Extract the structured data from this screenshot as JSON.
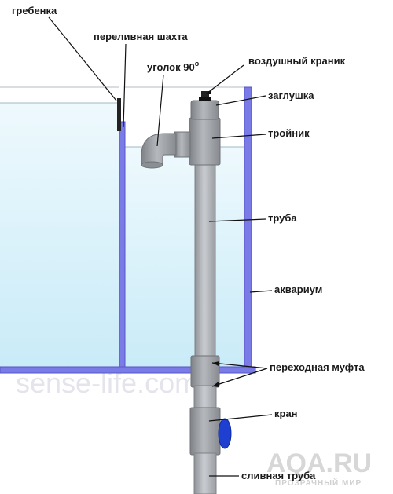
{
  "labels": {
    "comb": "гребенка",
    "overflow_shaft": "переливная шахта",
    "elbow": "уголок 90",
    "elbow_degree": "о",
    "air_valve": "воздушный краник",
    "cap": "заглушка",
    "tee": "тройник",
    "pipe": "труба",
    "aquarium": "аквариум",
    "adapter": "переходная муфта",
    "valve": "кран",
    "drain_pipe": "сливная труба"
  },
  "watermark": "sense-life.com",
  "logo": {
    "text": "AQA.RU",
    "subtitle": "ПРОЗРАЧНЫЙ МИР"
  },
  "colors": {
    "water": "#d8f0fa",
    "glass": "#7b7be8",
    "pipe": "#a9adb2",
    "valve_handle": "#1e3fd0"
  }
}
